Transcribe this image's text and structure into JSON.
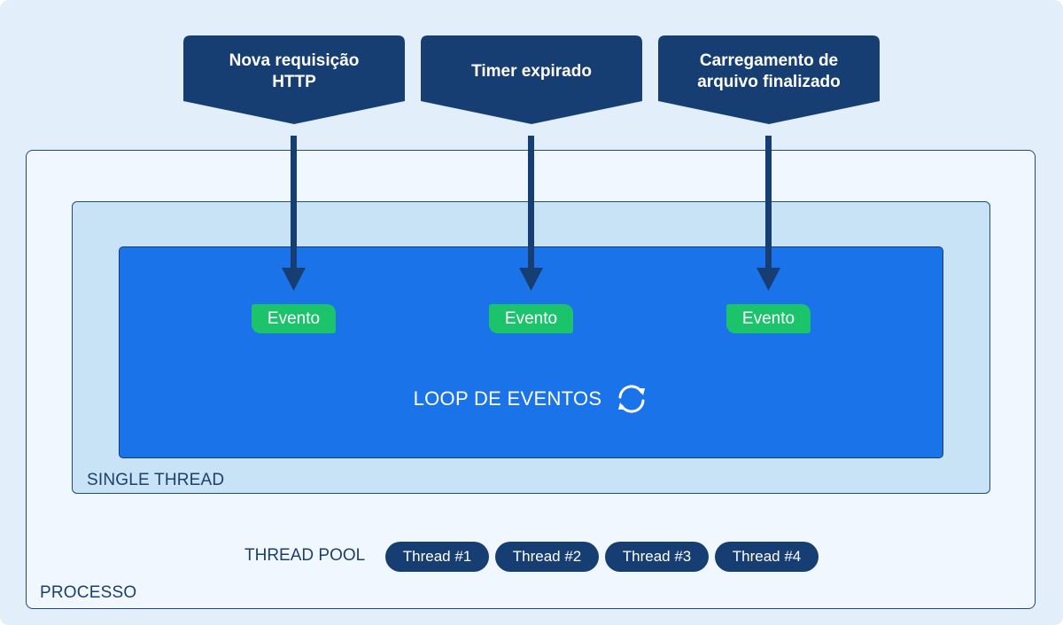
{
  "sources": [
    {
      "label": "Nova requisição\nHTTP"
    },
    {
      "label": "Timer expirado"
    },
    {
      "label": "Carregamento de\narquivo finalizado"
    }
  ],
  "events": [
    "Evento",
    "Evento",
    "Evento"
  ],
  "loop_label": "LOOP DE EVENTOS",
  "single_thread_label": "SINGLE THREAD",
  "thread_pool": {
    "label": "THREAD POOL",
    "threads": [
      "Thread #1",
      "Thread #2",
      "Thread #3",
      "Thread #4"
    ]
  },
  "processo_label": "PROCESSO",
  "colors": {
    "navy": "#173e72",
    "loop_blue": "#1a73e8",
    "event_green": "#1bc46a",
    "single_thread_bg": "#c8e3f6",
    "processo_bg": "#f0f7fe",
    "canvas_bg": "#e3eefb"
  },
  "icons": {
    "loop": "refresh-icon"
  }
}
